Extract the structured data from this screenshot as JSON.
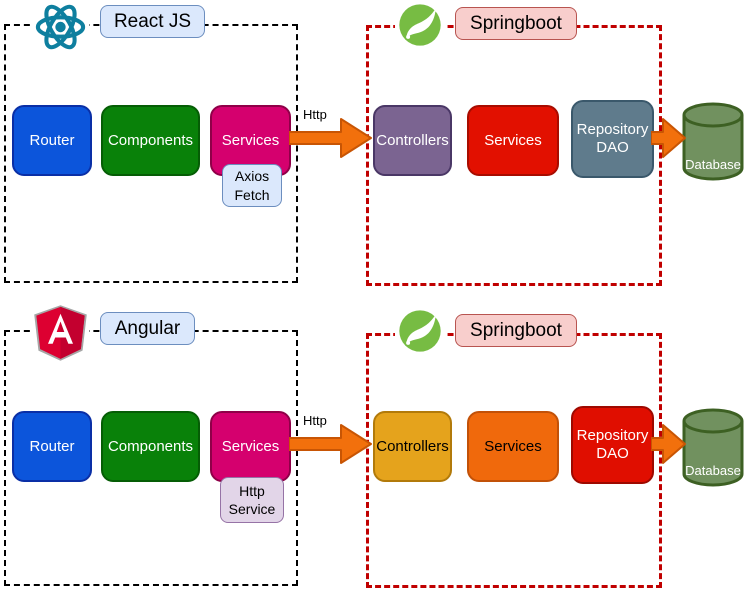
{
  "palette": {
    "frontend_frame_border": "#000000",
    "backend_frame_border": "#c00000",
    "router_fill": "#0c55db",
    "components_fill": "#098109",
    "frontend_services_fill": "#d5006e",
    "react_controllers_fill": "#7b6491",
    "react_backend_services_fill": "#e21000",
    "react_repository_fill": "#5f7b8c",
    "angular_controllers_fill": "#e5a31c",
    "angular_backend_services_fill": "#f0690c",
    "angular_repository_fill": "#e00e00",
    "database_fill": "#71915f",
    "database_border": "#3d6023",
    "arrow_fill": "#f2700c",
    "frontend_chip_fill": "#dbe8fc",
    "backend_chip_fill": "#f8cecc",
    "axios_fetch_box_fill": "#dbe8fc",
    "http_service_box_fill": "#e2d5e8",
    "react_logo_color": "#0e7f9f",
    "angular_logo_color": "#dd0031",
    "spring_logo_color": "#77bc43"
  },
  "diagrams": [
    {
      "frontend": {
        "name": "React JS",
        "icon": "react-logo-icon",
        "boxes": [
          "Router",
          "Components",
          "Services"
        ],
        "helper_lines": [
          "Axios",
          "Fetch"
        ]
      },
      "http_label": "Http",
      "backend": {
        "name": "Springboot",
        "icon": "spring-logo-icon",
        "boxes": [
          "Controllers",
          "Services"
        ],
        "repository_lines": [
          "Repository",
          "DAO"
        ]
      },
      "database_label": "Database"
    },
    {
      "frontend": {
        "name": "Angular",
        "icon": "angular-logo-icon",
        "boxes": [
          "Router",
          "Components",
          "Services"
        ],
        "helper_lines": [
          "Http",
          "Service"
        ]
      },
      "http_label": "Http",
      "backend": {
        "name": "Springboot",
        "icon": "spring-logo-icon",
        "boxes": [
          "Controllers",
          "Services"
        ],
        "repository_lines": [
          "Repository",
          "DAO"
        ]
      },
      "database_label": "Database"
    }
  ]
}
